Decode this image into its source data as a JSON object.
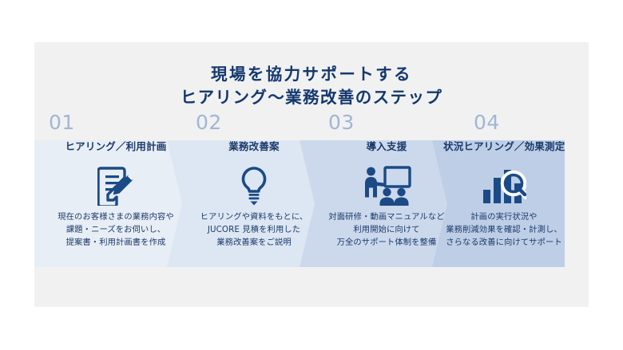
{
  "title": {
    "line1": "現場を協力サポートする",
    "line2": "ヒアリング〜業務改善のステップ"
  },
  "colors": {
    "background": "#ffffff",
    "slab": "#f1f1f1",
    "title_text": "#14386e",
    "heading_text": "#1b3a6b",
    "number_text": "#9fb6d4",
    "icon": "#1b4a86",
    "panel_1": "#e8eef6",
    "panel_2": "#dde7f3",
    "panel_3": "#ccd9ec",
    "panel_4": "#bdcee6"
  },
  "steps": [
    {
      "number": "01",
      "heading": "ヒアリング／利用計画",
      "icon": "document-pencil-icon",
      "body": [
        "現在のお客様さまの業務内容や",
        "課題・ニーズをお伺いし、",
        "提案書・利用計画書を作成"
      ]
    },
    {
      "number": "02",
      "heading": "業務改善案",
      "icon": "lightbulb-icon",
      "body": [
        "ヒアリングや資料をもとに、",
        "JUCORE 見積を利用した",
        "業務改善案をご説明"
      ]
    },
    {
      "number": "03",
      "heading": "導入支援",
      "icon": "training-presentation-icon",
      "body": [
        "対面研修・動画マニュアルなど",
        "利用開始に向けて",
        "万全のサポート体制を整備"
      ]
    },
    {
      "number": "04",
      "heading": "状況ヒアリング／効果測定",
      "icon": "bar-chart-magnifier-icon",
      "body": [
        "計画の実行状況や",
        "業務削減効果を確認・計測し、",
        "さらなる改善に向けてサポート"
      ]
    }
  ]
}
